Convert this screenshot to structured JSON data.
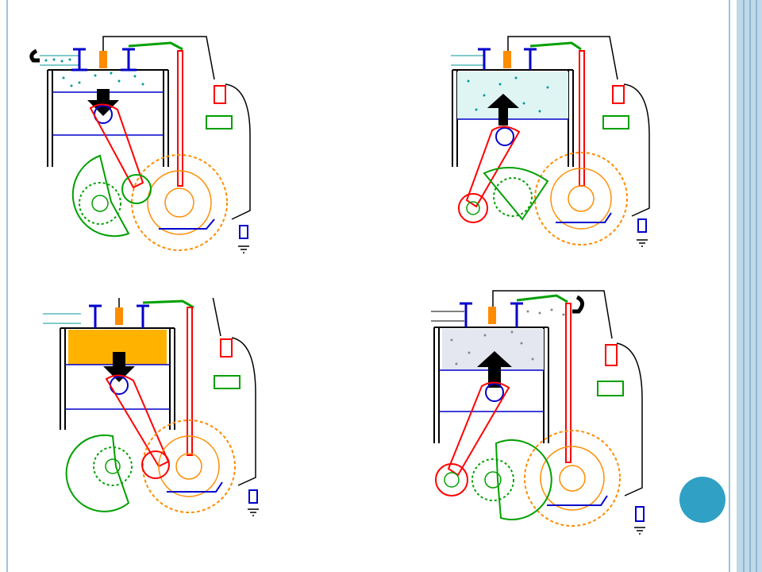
{
  "slide": {
    "panels": [
      {
        "id": "intake",
        "piston_arrow": "down",
        "rotation_symbol": "top-left",
        "chamber": "mixture"
      },
      {
        "id": "compression",
        "piston_arrow": "up",
        "rotation_symbol": "none",
        "chamber": "compressed-mixture"
      },
      {
        "id": "power",
        "piston_arrow": "down",
        "rotation_symbol": "none",
        "chamber": "combustion"
      },
      {
        "id": "exhaust",
        "piston_arrow": "up",
        "rotation_symbol": "top-right",
        "chamber": "exhaust-gas"
      }
    ],
    "colors": {
      "cylinder": "#000000",
      "piston": "#0000cc",
      "connecting_rod": "#ff0000",
      "gear_orange": "#ff8c00",
      "gear_green": "#00a000",
      "valve": "#0000cc",
      "spark_plug": "#ff8c00",
      "battery": "#00a000",
      "coil": "#ff0000",
      "fuel_mixture": "#009999",
      "combustion": "#ffb300",
      "exhaust_gas": "#888888",
      "frame": "#9cc3dd",
      "accent": "#31a0c5"
    }
  }
}
